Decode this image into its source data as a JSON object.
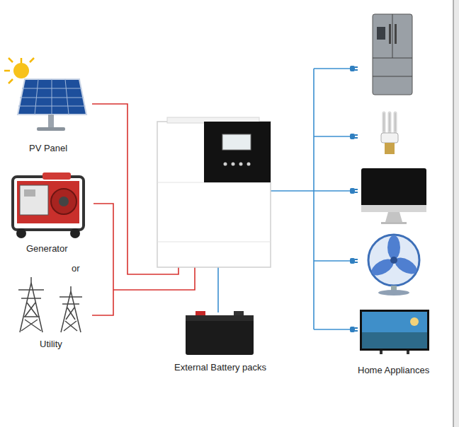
{
  "diagram": {
    "nodes": [
      {
        "text": [
          "PV Panel"
        ]
      },
      {
        "text": [
          "Generator"
        ]
      },
      {
        "text": [
          "Utility"
        ]
      },
      {
        "text": [
          "External Battery packs"
        ]
      },
      {
        "text": [
          "Home Appliances"
        ]
      }
    ],
    "labels": [
      "or"
    ]
  }
}
